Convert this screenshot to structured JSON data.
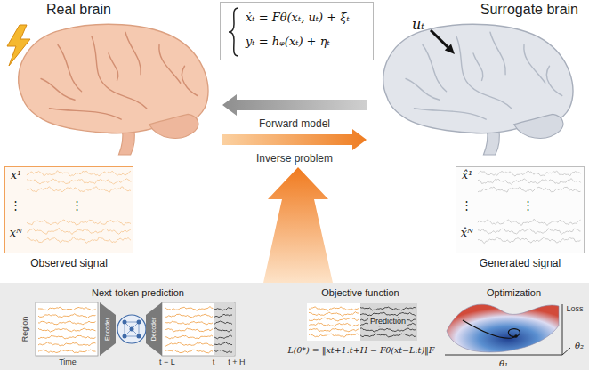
{
  "diagram": {
    "nodes": [
      {
        "text": [
          "Real brain"
        ]
      },
      {
        "text": [
          "ẋₜ = Fθ(xₜ, uₜ) + ξₜ",
          "yₜ = hᵩ(xₜ) + ηₜ"
        ]
      },
      {
        "text": [
          "Surrogate brain"
        ]
      },
      {
        "text": [
          "Observed signal"
        ]
      },
      {
        "text": [
          "Generated signal"
        ]
      },
      {
        "text": [
          "Next-token prediction"
        ]
      },
      {
        "text": [
          "Encoder"
        ],
        "in": 5
      },
      {
        "text": [
          "Decoder"
        ],
        "in": 5
      },
      {
        "text": [
          "Objective function"
        ]
      },
      {
        "text": [
          "Optimization"
        ]
      }
    ],
    "edges": [
      {
        "from": 2,
        "to": 0,
        "arrow": "to",
        "label": "Forward model"
      },
      {
        "from": 0,
        "to": 2,
        "arrow": "to",
        "label": "Inverse problem"
      }
    ],
    "labels": [
      "x¹",
      "⋮",
      "⋮",
      "xᴺ",
      "uₜ",
      "x̂¹",
      "⋮",
      "⋮",
      "x̂ᴺ",
      "Region",
      "Time",
      "t − L",
      "t",
      "t + H",
      "Prediction",
      "L(θ*) = ‖xt+1:t+H − Fθ(xt−L:t)‖F",
      "Loss",
      "θ₁",
      "θ₂"
    ]
  }
}
